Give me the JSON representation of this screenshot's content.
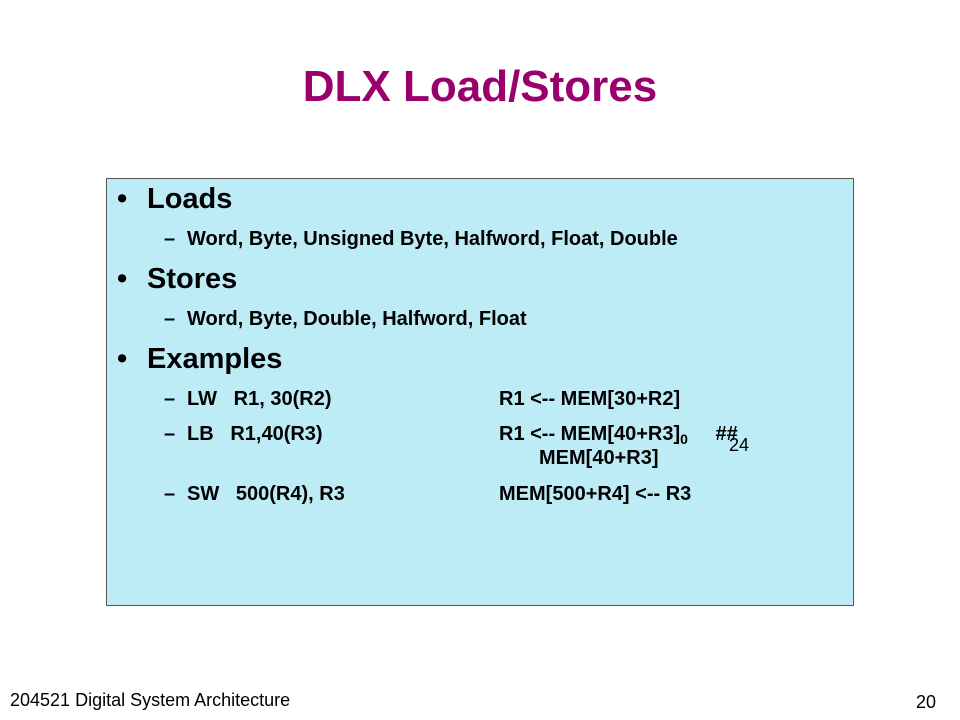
{
  "slide": {
    "title": "DLX  Load/Stores",
    "bullets": {
      "loads": {
        "label": "Loads",
        "sub": "Word, Byte, Unsigned Byte, Halfword, Float, Double"
      },
      "stores": {
        "label": "Stores",
        "sub": "Word, Byte, Double, Halfword, Float"
      },
      "examples": {
        "label": "Examples",
        "items": [
          {
            "instr": "LW   R1, 30(R2)",
            "effect": "R1 <-- MEM[30+R2]"
          },
          {
            "instr": "LB   R1,40(R3)",
            "effect_a": "R1 <-- MEM[40+R3]",
            "subscript": "0",
            "superscript": "24",
            "effect_b": " ##",
            "effect_c": "MEM[40+R3]"
          },
          {
            "instr": "SW   500(R4), R3",
            "effect": "MEM[500+R4] <-- R3"
          }
        ]
      }
    },
    "bullet_glyph": "•",
    "dash_glyph": "–"
  },
  "footer": {
    "course": "204521 Digital System Architecture",
    "page_number": "20"
  },
  "colors": {
    "title": "#99006b",
    "box_background": "#bdebf6"
  }
}
